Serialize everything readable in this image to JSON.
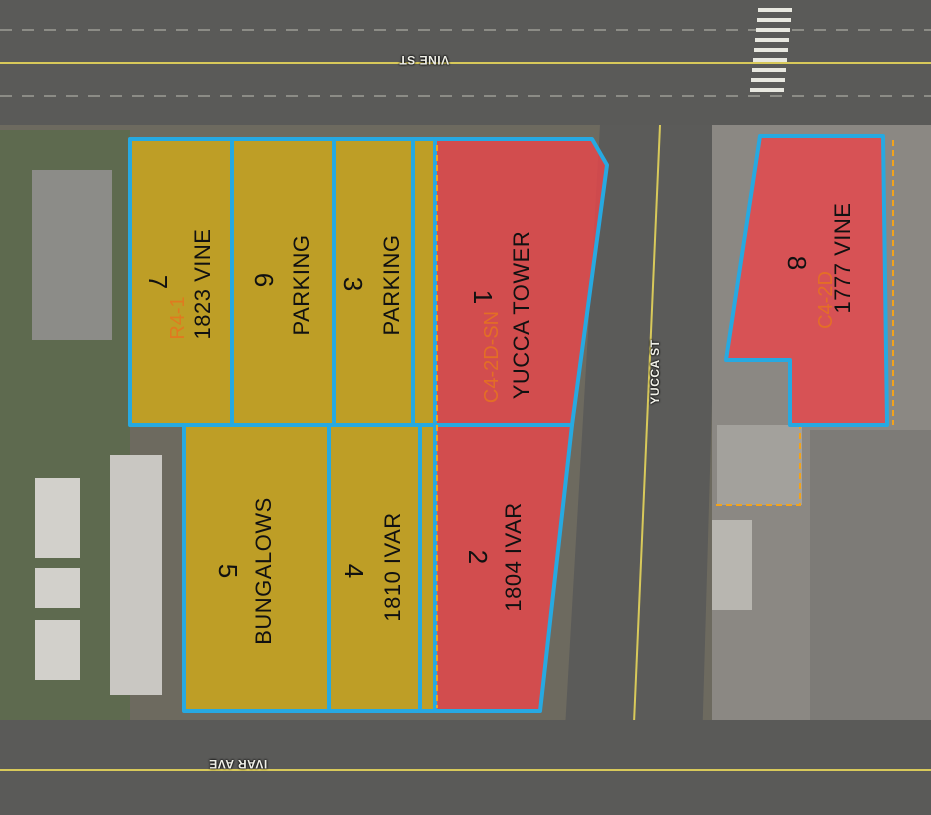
{
  "map": {
    "streets": {
      "vine": "VINE ST",
      "yucca": "YUCCA ST",
      "ivar": "IVAR AVE"
    },
    "colors": {
      "parcel_yellow": "#c9a51f",
      "parcel_red": "#e8474a",
      "parcel_outline": "#27a9e1",
      "zoning_text": "#e7741e",
      "dashed_boundary": "#f2a31b"
    },
    "parcels": [
      {
        "id": "1",
        "number": "1",
        "name": "YUCCA TOWER",
        "color": "red"
      },
      {
        "id": "2",
        "number": "2",
        "name": "1804 IVAR",
        "color": "red"
      },
      {
        "id": "3",
        "number": "3",
        "name": "PARKING",
        "color": "yellow"
      },
      {
        "id": "4",
        "number": "4",
        "name": "1810 IVAR",
        "color": "yellow"
      },
      {
        "id": "5",
        "number": "5",
        "name": "BUNGALOWS",
        "color": "yellow"
      },
      {
        "id": "6",
        "number": "6",
        "name": "PARKING",
        "color": "yellow"
      },
      {
        "id": "7",
        "number": "7",
        "name": "1823 VINE",
        "color": "yellow"
      },
      {
        "id": "8",
        "number": "8",
        "name": "1777 VINE",
        "color": "red"
      }
    ],
    "zoning_labels": {
      "p1": "C4-2D-SN",
      "p7": "R4-1",
      "p8": "C4-2D"
    }
  }
}
